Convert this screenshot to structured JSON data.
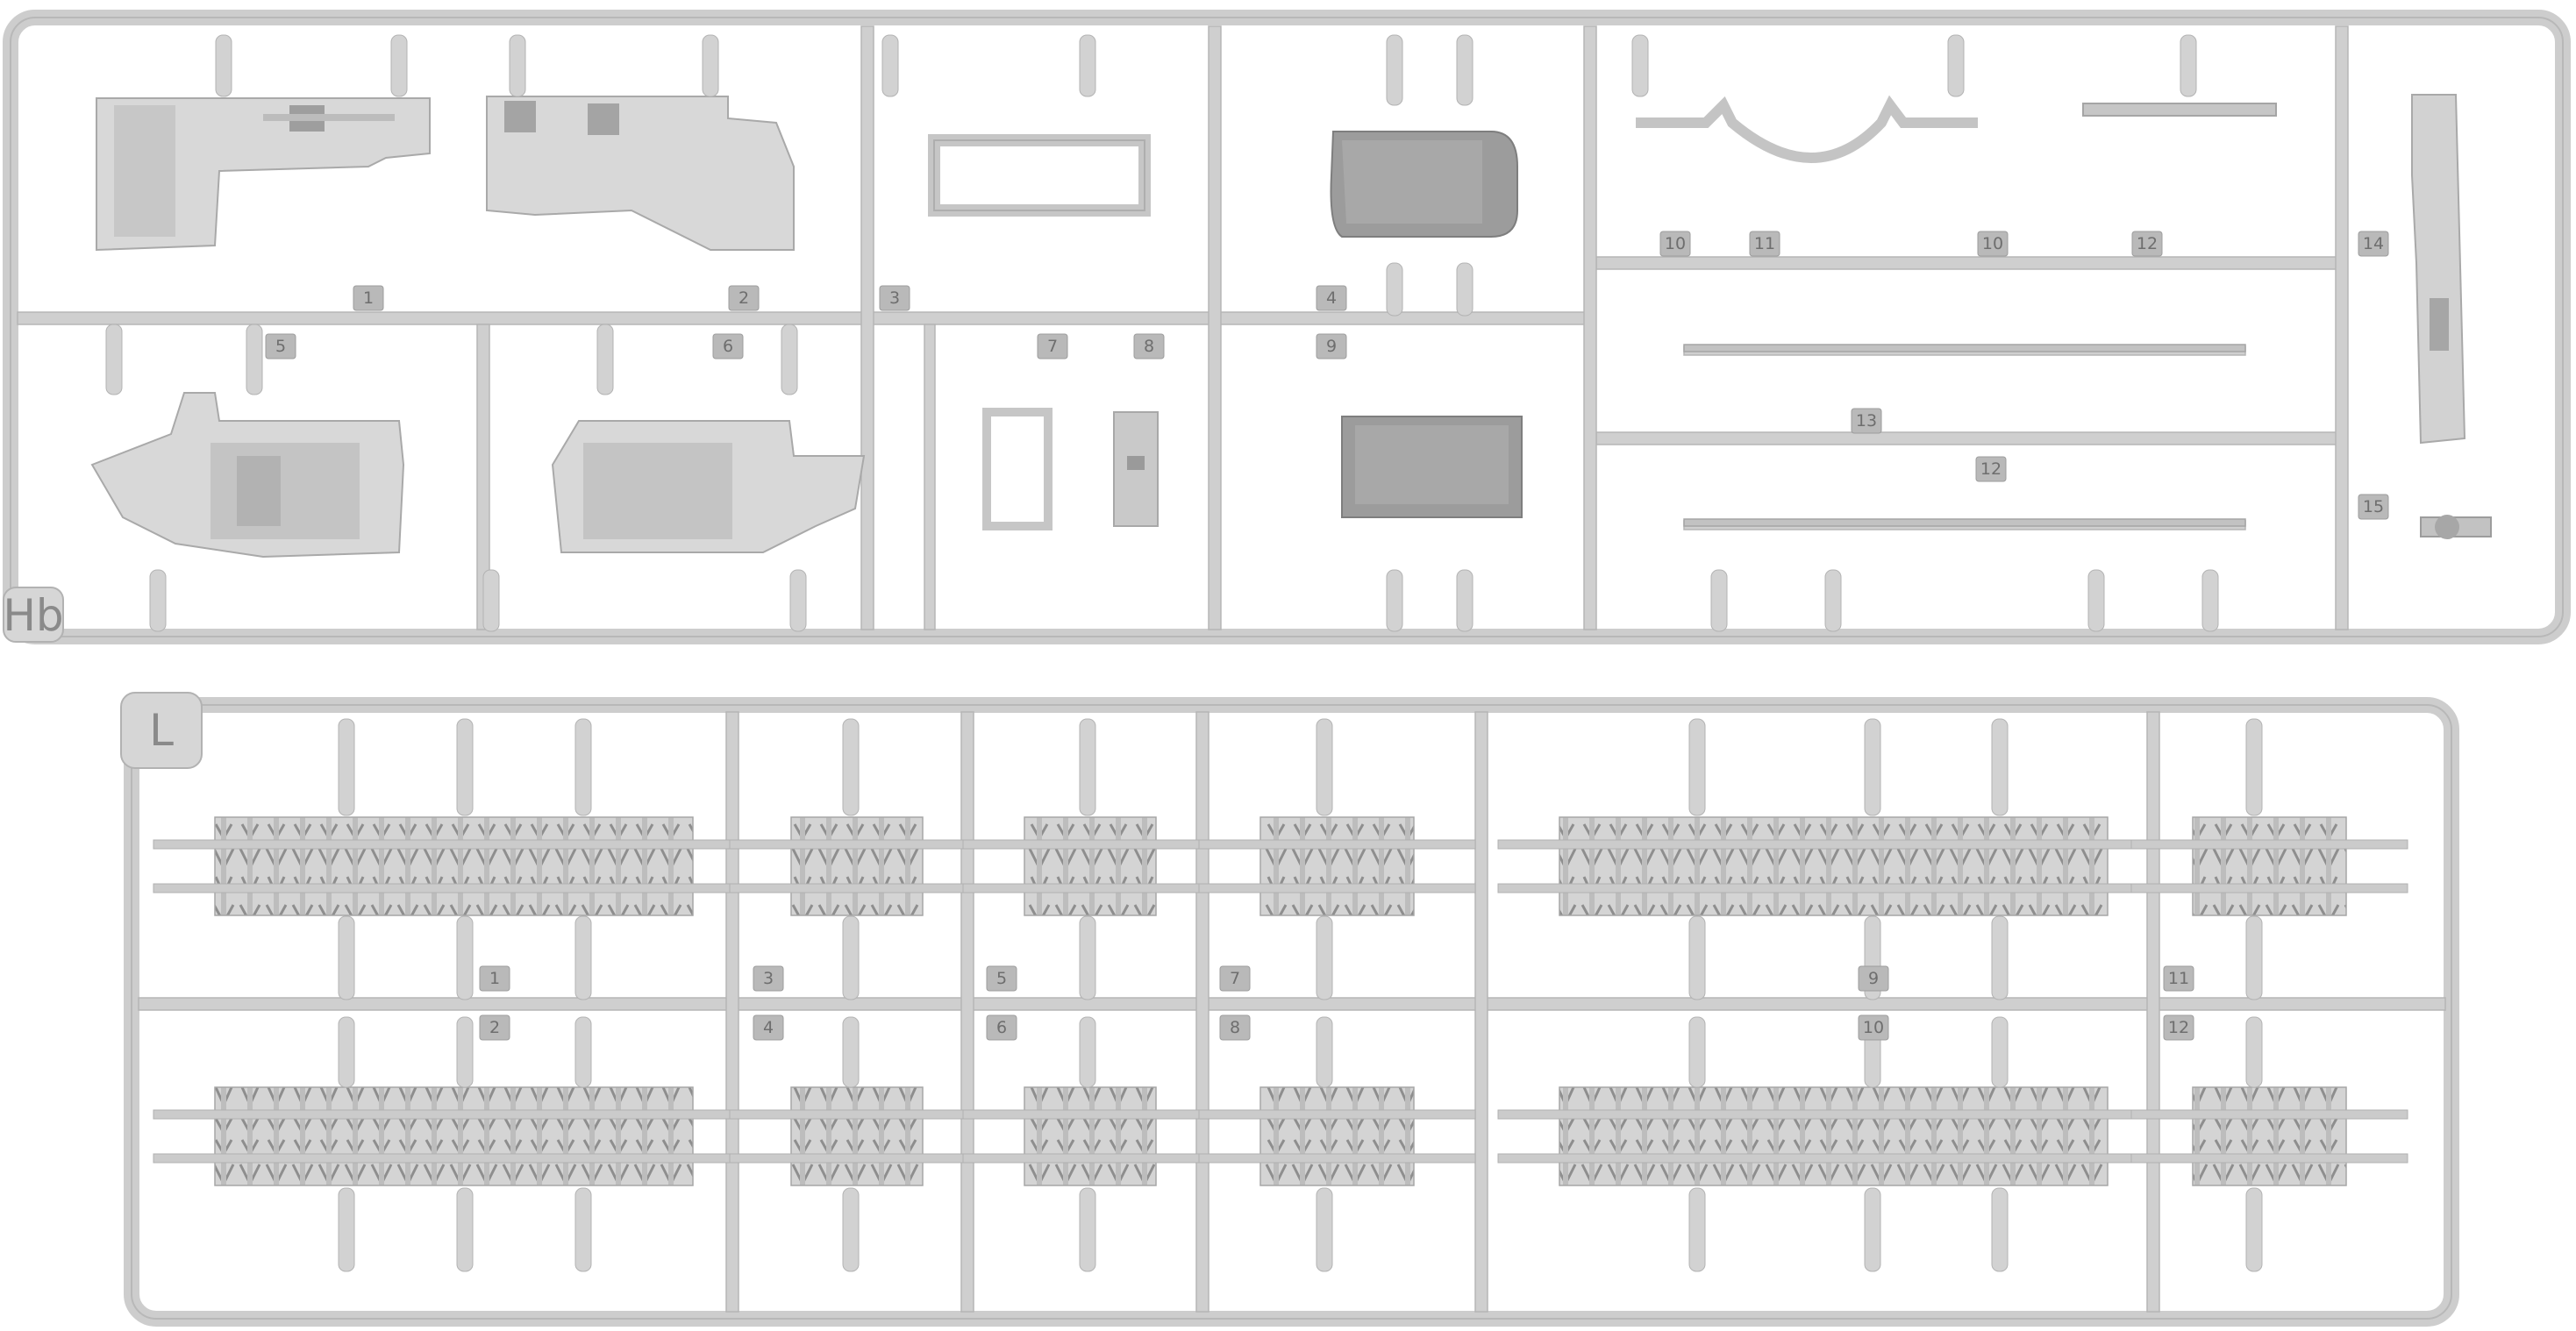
{
  "colors": {
    "background": "#ffffff",
    "sprue": "#cfcfcf",
    "sprue_edge": "#b3b3b3",
    "part": "#d9d9d9",
    "part_dark": "#9a9a9a",
    "tag": "#a9a9a9"
  },
  "sprue_hb": {
    "label": "Hb",
    "part_numbers": [
      "1",
      "2",
      "3",
      "4",
      "5",
      "6",
      "7",
      "8",
      "9",
      "10",
      "11",
      "10",
      "12",
      "13",
      "12",
      "14",
      "15"
    ]
  },
  "sprue_l": {
    "label": "L",
    "part_numbers": [
      "1",
      "2",
      "3",
      "4",
      "5",
      "6",
      "7",
      "8",
      "9",
      "10",
      "11",
      "12"
    ]
  }
}
